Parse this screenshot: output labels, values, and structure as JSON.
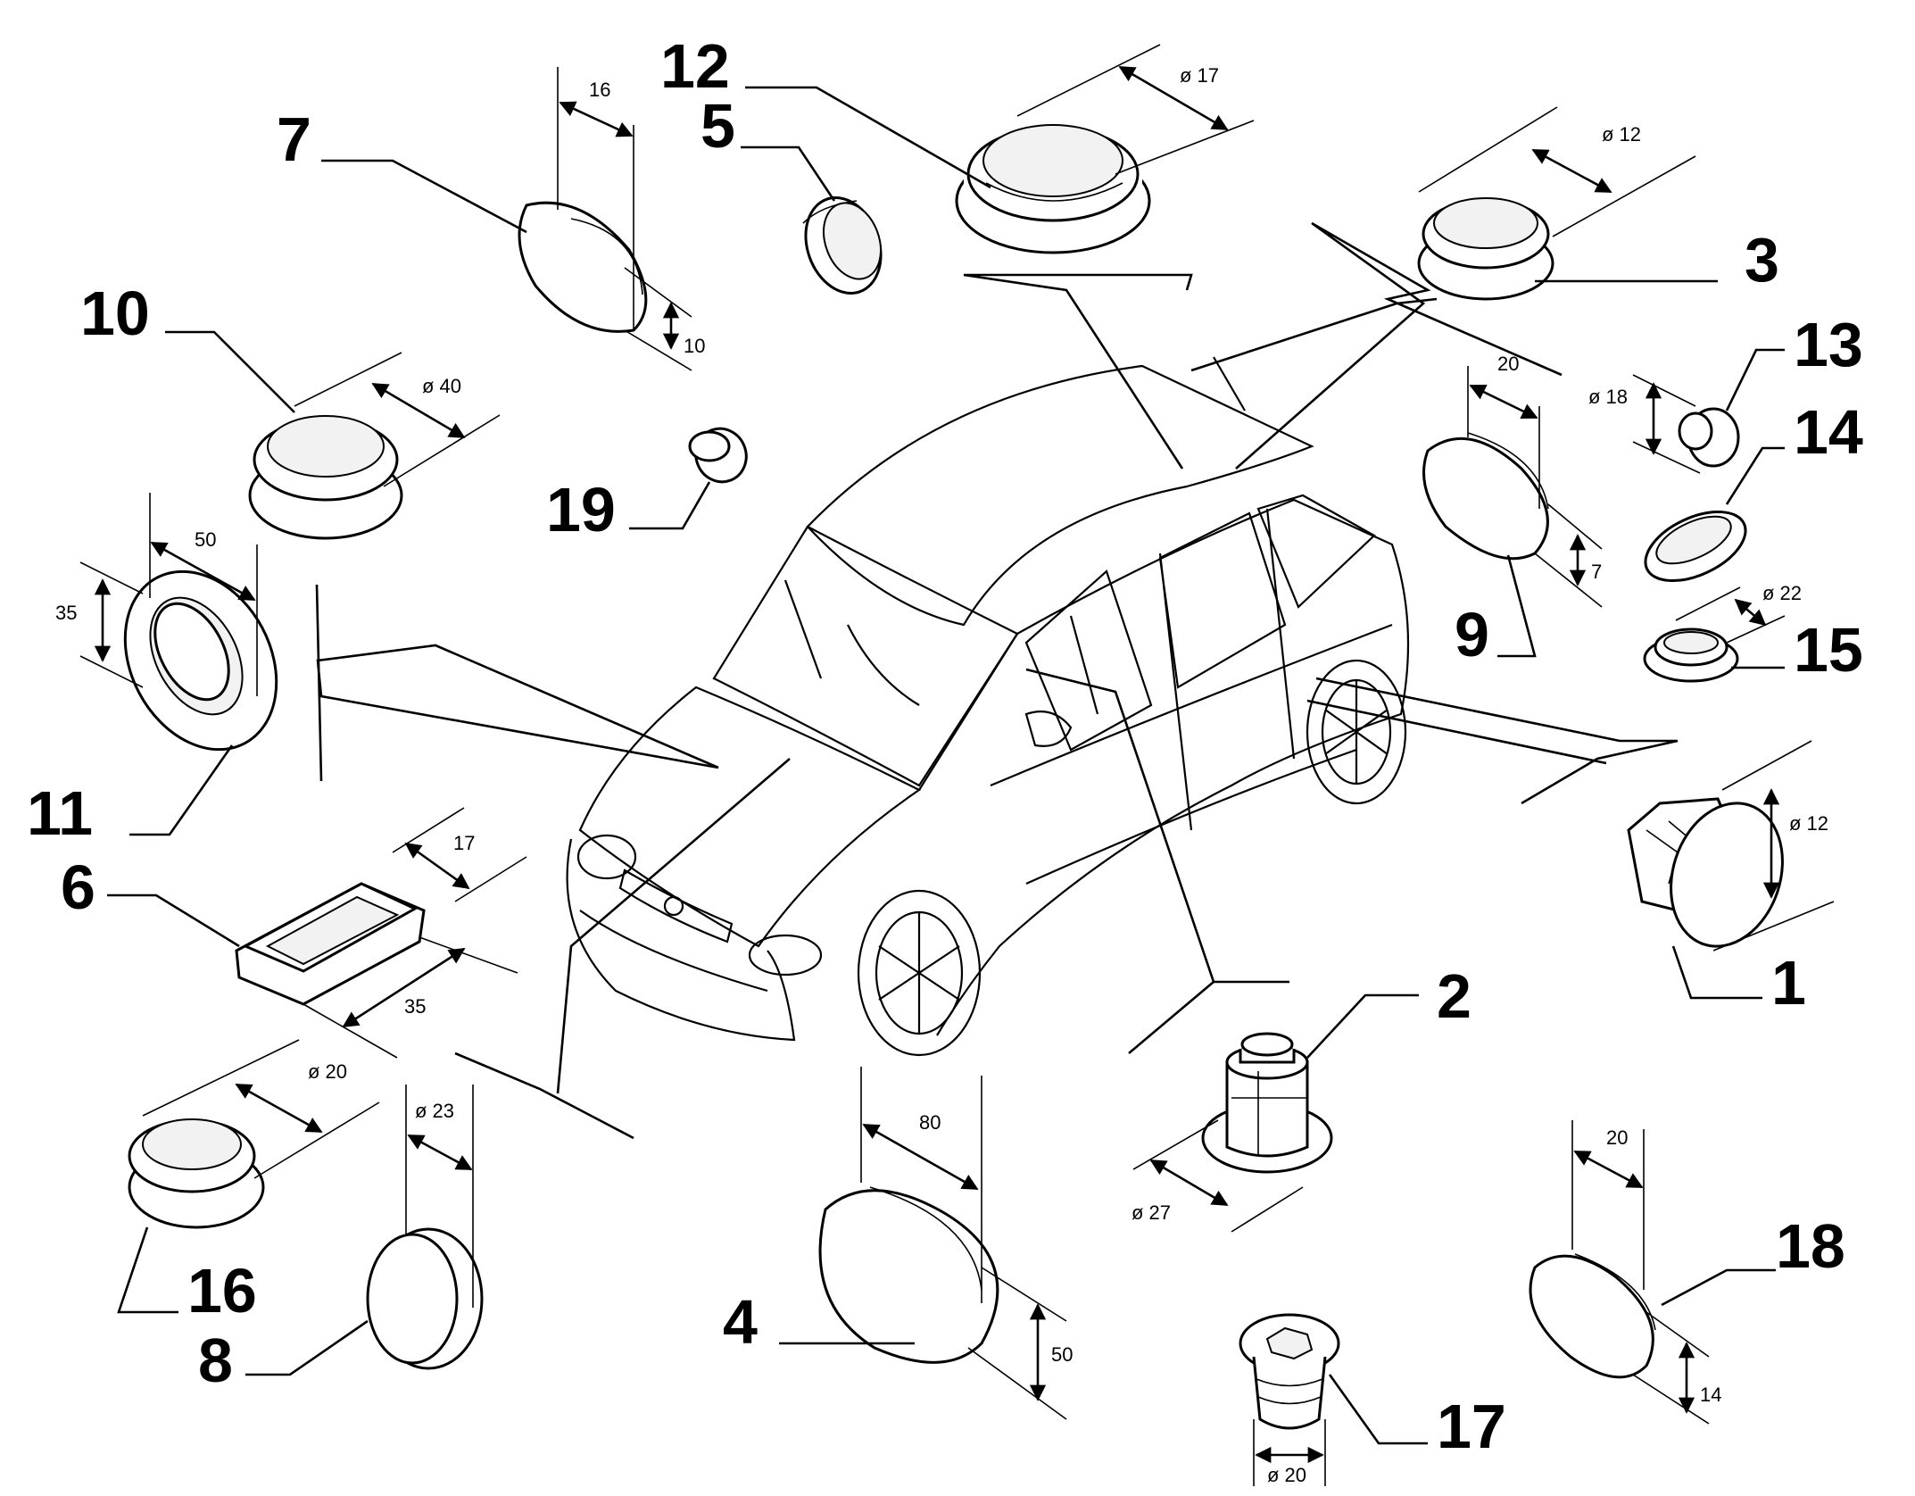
{
  "parts": [
    {
      "id": "p1",
      "number": "1"
    },
    {
      "id": "p2",
      "number": "2"
    },
    {
      "id": "p3",
      "number": "3"
    },
    {
      "id": "p4",
      "number": "4"
    },
    {
      "id": "p5",
      "number": "5"
    },
    {
      "id": "p6",
      "number": "6"
    },
    {
      "id": "p7",
      "number": "7"
    },
    {
      "id": "p8",
      "number": "8"
    },
    {
      "id": "p9",
      "number": "9"
    },
    {
      "id": "p10",
      "number": "10"
    },
    {
      "id": "p11",
      "number": "11"
    },
    {
      "id": "p12",
      "number": "12"
    },
    {
      "id": "p13",
      "number": "13"
    },
    {
      "id": "p14",
      "number": "14"
    },
    {
      "id": "p15",
      "number": "15"
    },
    {
      "id": "p16",
      "number": "16"
    },
    {
      "id": "p17",
      "number": "17"
    },
    {
      "id": "p18",
      "number": "18"
    },
    {
      "id": "p19",
      "number": "19"
    }
  ],
  "dimensions": {
    "p1": [
      "ø 12"
    ],
    "p2": [
      "ø 27"
    ],
    "p3": [
      "ø 12"
    ],
    "p4": [
      "80",
      "50"
    ],
    "p6": [
      "17",
      "35"
    ],
    "p7": [
      "16",
      "10"
    ],
    "p8": [
      "ø 23"
    ],
    "p9": [
      "20",
      "7"
    ],
    "p10": [
      "ø 40"
    ],
    "p11": [
      "50",
      "35"
    ],
    "p12": [
      "ø 17"
    ],
    "p13": [
      "ø 18"
    ],
    "p15": [
      "ø 22"
    ],
    "p16": [
      "ø 20"
    ],
    "p17": [
      "ø 20"
    ],
    "p18": [
      "20",
      "14"
    ]
  }
}
